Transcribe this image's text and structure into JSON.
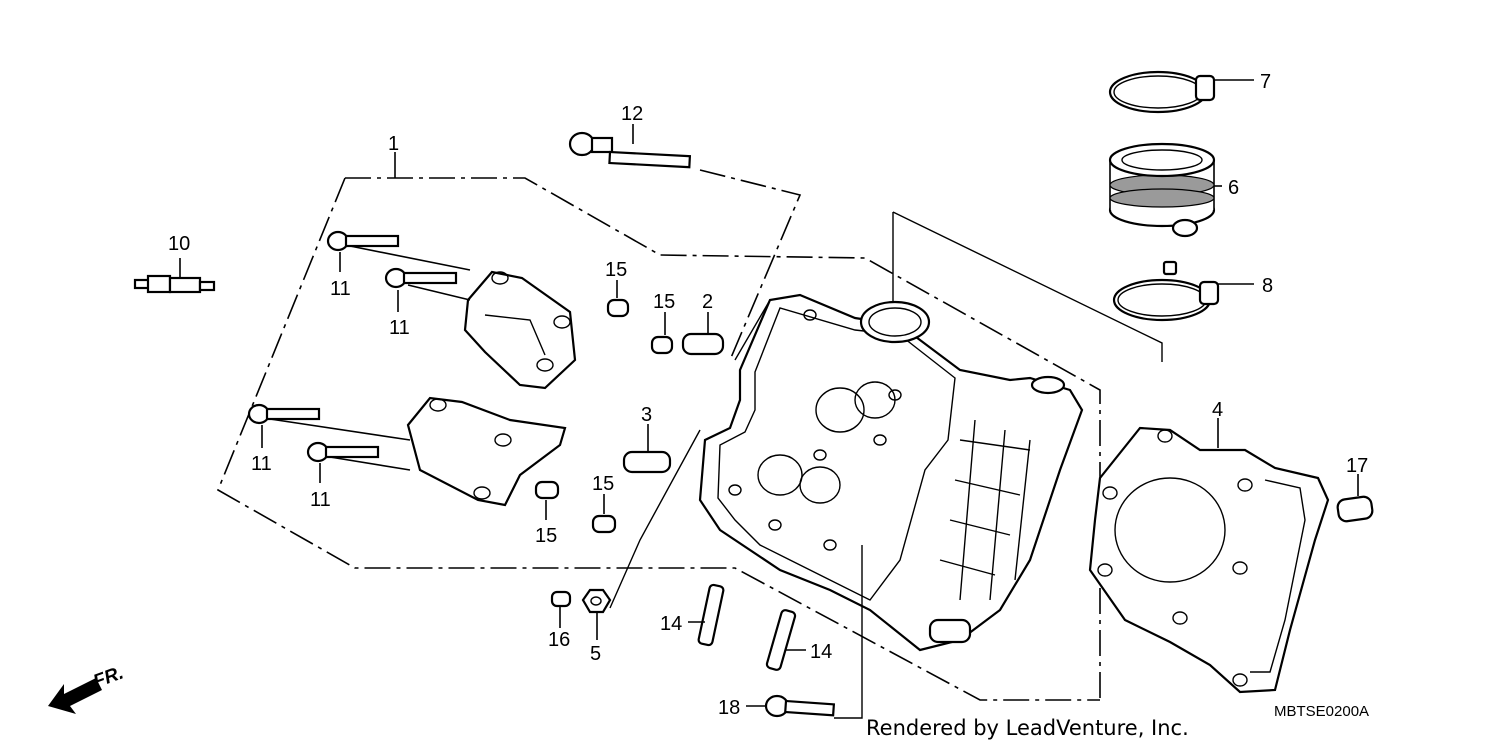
{
  "callouts": {
    "c1": "1",
    "c2": "2",
    "c3": "3",
    "c4": "4",
    "c5": "5",
    "c6": "6",
    "c7": "7",
    "c8": "8",
    "c10": "10",
    "c11a": "11",
    "c11b": "11",
    "c11c": "11",
    "c11d": "11",
    "c12": "12",
    "c14a": "14",
    "c14b": "14",
    "c15a": "15",
    "c15b": "15",
    "c15c": "15",
    "c15d": "15",
    "c16": "16",
    "c17": "17",
    "c18": "18"
  },
  "direction_label": "FR.",
  "credit": "Rendered by LeadVenture, Inc.",
  "diagram_code": "MBTSE0200A"
}
